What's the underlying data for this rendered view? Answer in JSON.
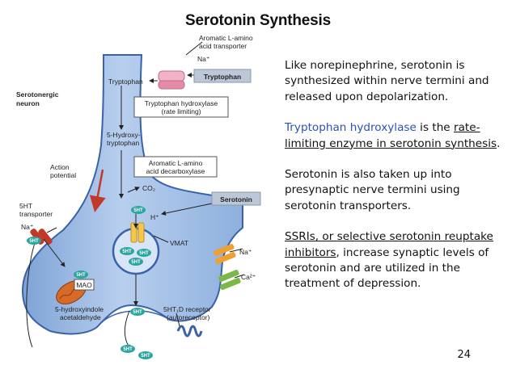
{
  "slide": {
    "title": "Serotonin Synthesis",
    "page_number": "24"
  },
  "diagram": {
    "labels": {
      "serotonergic_neuron_line1": "Serotonergic",
      "serotonergic_neuron_line2": "neuron",
      "aromatic_transporter_line1": "Aromatic L-amino",
      "aromatic_transporter_line2": "acid transporter",
      "na_top": "Na⁺",
      "tryptophan_inside": "Tryptophan",
      "tryptophan_outside": "Tryptophan",
      "tph_box_line1": "Tryptophan hydroxylase",
      "tph_box_line2": "(rate limiting)",
      "hydroxy_line1": "5-Hydroxy-",
      "hydroxy_line2": "tryptophan",
      "aadc_box_line1": "Aromatic L-amino",
      "aadc_box_line2": "acid decarboxylase",
      "co2": "CO₂",
      "serotonin_outside": "Serotonin",
      "action_potential_line1": "Action",
      "action_potential_line2": "potential",
      "ht_transporter_line1": "5HT",
      "ht_transporter_line2": "transporter",
      "na_left": "Na⁺",
      "h_plus": "H⁺",
      "vmat": "VMAT",
      "na_right": "Na⁺",
      "ca_right": "Ca²⁺",
      "mao": "MAO",
      "acetaldehyde_line1": "5-hydroxyindole",
      "acetaldehyde_line2": "acetaldehyde",
      "receptor_line1": "5HT₁D receptor",
      "receptor_line2": "(autoreceptor)",
      "molecule": "5HT"
    }
  },
  "text": {
    "p1": "Like norepinephrine, serotonin is synthesized within nerve termini and released upon depolarization.",
    "p2_highlight": "Tryptophan hydroxylase",
    "p2_mid": " is the ",
    "p2_underline": "rate-limiting enzyme in serotonin synthesis",
    "p2_end": ".",
    "p3": "Serotonin is also taken up into presynaptic nerve termini using serotonin transporters.",
    "p4_underline": "SSRIs, or selective serotonin reuptake inhibitors",
    "p4_rest": ", increase synaptic levels of serotonin and are utilized in the treatment of depression."
  },
  "colors": {
    "neuron_fill": "#a9c4e6",
    "neuron_stroke": "#3a62a8",
    "label_box": "#bcc7d8",
    "molecule_teal": "#2aa5a0",
    "mitochondria": "#d86a28",
    "transporter_red": "#c0392b",
    "highlight_blue": "#2a52be"
  }
}
